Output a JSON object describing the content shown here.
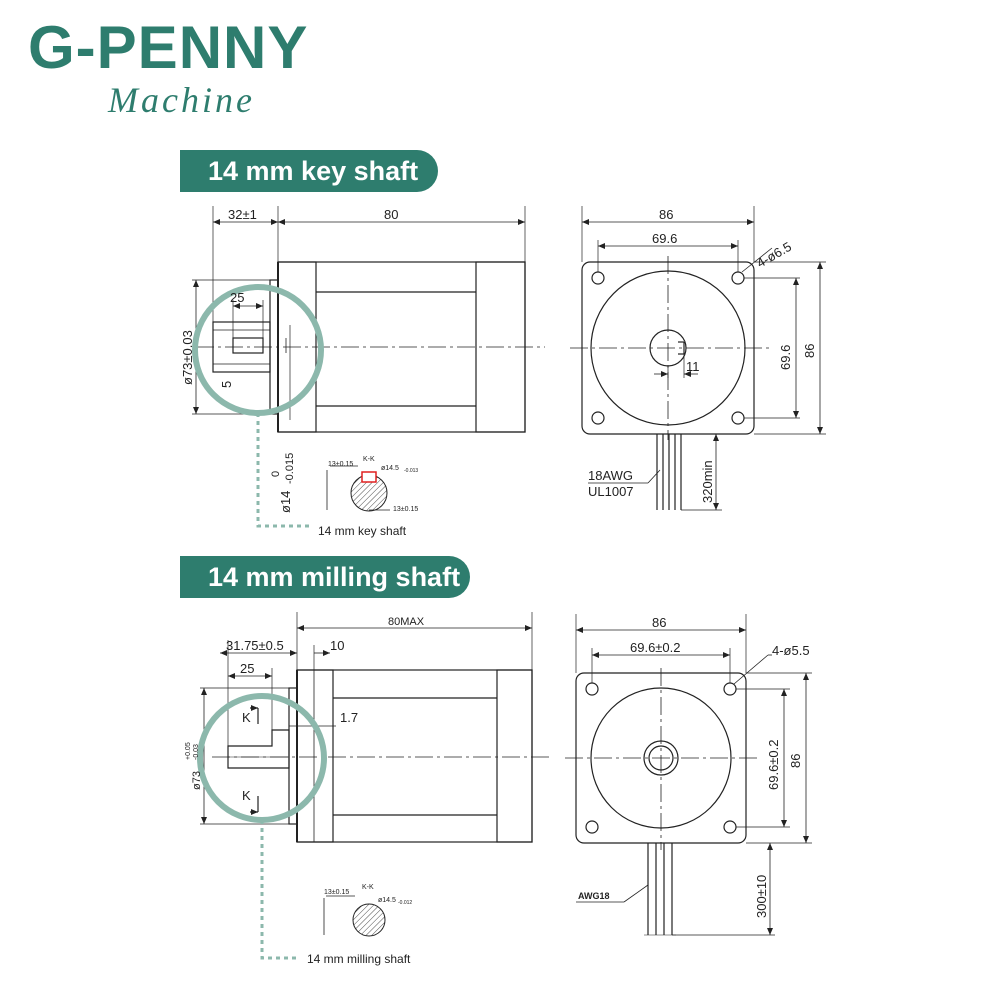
{
  "brand": {
    "name": "G-PENNY",
    "subtitle": "Machine",
    "color": "#2e7d6e"
  },
  "sections": [
    {
      "banner": "14 mm key shaft",
      "caption": "14 mm key shaft",
      "side_view": {
        "shaft_length": "32±1",
        "body_length": "80",
        "key_length": "25",
        "key_width": "5",
        "pilot_diameter": "ø73±0.03",
        "shaft_diameter": "ø14",
        "shaft_tol_upper": "0",
        "shaft_tol_lower": "-0.015"
      },
      "section_view": {
        "label": "K-K",
        "dim_top": "13±0.15",
        "dim_diameter": "ø14.5",
        "dim_diameter_tol": "-0.013",
        "dim_bottom": "13±0.15"
      },
      "front_view": {
        "flange_width": "86",
        "hole_spacing_x": "69.6",
        "holes": "4-ø6.5",
        "key_dim": "11",
        "hole_spacing_y": "69.6",
        "flange_height": "86",
        "wire_gauge": "18AWG",
        "wire_type": "UL1007",
        "lead_length": "320min"
      }
    },
    {
      "banner": "14 mm milling shaft",
      "caption": "14 mm milling shaft",
      "side_view": {
        "body_length": "80MAX",
        "shaft_length": "31.75±0.5",
        "boss": "10",
        "flat_length": "25",
        "flat_depth": "1.7",
        "section_mark_top": "K",
        "section_mark_bottom": "K",
        "pilot_diameter": "ø73",
        "pilot_tol_upper": "+0.05",
        "pilot_tol_lower": "-0.03"
      },
      "section_view": {
        "label": "K-K",
        "dim_top": "13±0.15",
        "dim_diameter": "ø14.5",
        "dim_diameter_tol": "-0.012"
      },
      "front_view": {
        "flange_width": "86",
        "hole_spacing_x": "69.6±0.2",
        "holes": "4-ø5.5",
        "hole_spacing_y": "69.6±0.2",
        "flange_height": "86",
        "wire_gauge": "AWG18",
        "lead_length": "300±10"
      }
    }
  ]
}
